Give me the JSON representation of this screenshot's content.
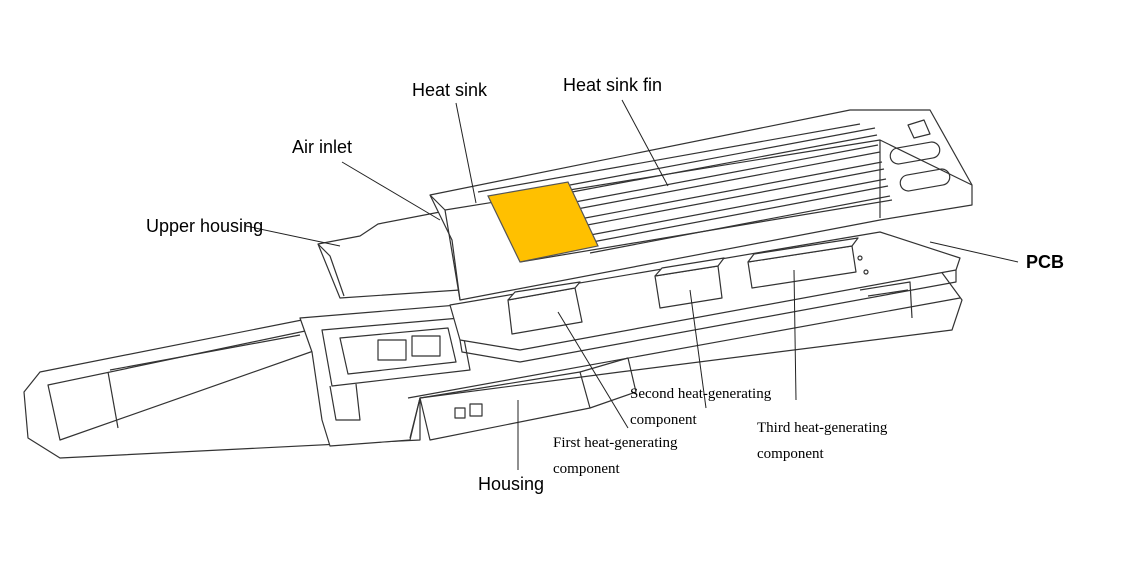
{
  "labels": {
    "heat_sink": "Heat sink",
    "heat_sink_fin": "Heat sink fin",
    "air_inlet": "Air inlet",
    "upper_housing": "Upper housing",
    "pcb": "PCB",
    "housing": "Housing",
    "first_component_line1": "First heat-generating",
    "first_component_line2": "component",
    "second_component_line1": "Second heat-generating",
    "second_component_line2": "component",
    "third_component_line1": "Third heat-generating",
    "third_component_line2": "component"
  },
  "colors": {
    "highlight_area": "#ffc000",
    "line": "#333333",
    "background": "#ffffff"
  }
}
